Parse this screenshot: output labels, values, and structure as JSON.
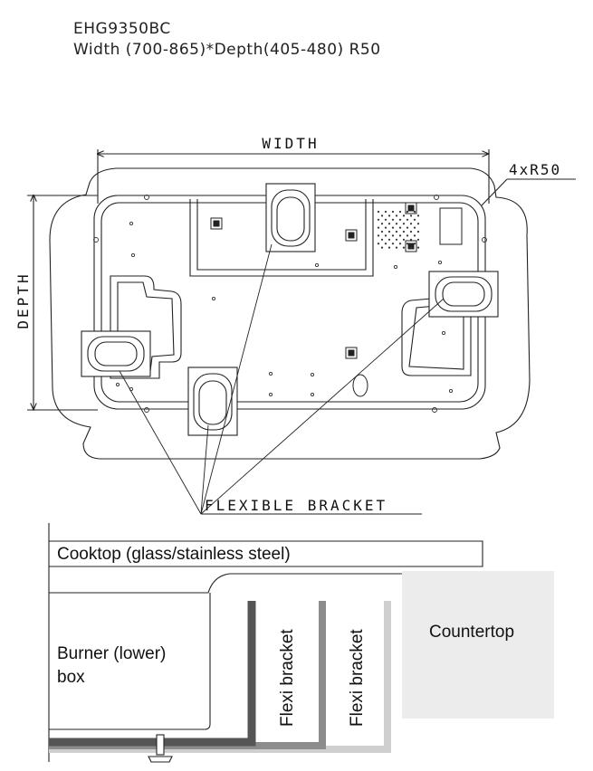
{
  "header": {
    "model": "EHG9350BC",
    "dimensions": "Width (700-865)*Depth(405-480) R50"
  },
  "plan_view": {
    "width_label": "WIDTH",
    "depth_label": "DEPTH",
    "radius_label": "4xR50",
    "bracket_label": "FLEXIBLE BRACKET"
  },
  "section_view": {
    "cooktop_label": "Cooktop (glass/stainless steel)",
    "burner_box_label_line1": "Burner (lower)",
    "burner_box_label_line2": "box",
    "flexi_bracket_1": "Flexi bracket",
    "flexi_bracket_2": "Flexi bracket",
    "countertop_label": "Countertop",
    "colors": {
      "bracket_dark": "#555555",
      "bracket_mid": "#8c8c8c",
      "bracket_light": "#cfcfcf",
      "countertop": "#ececec"
    }
  }
}
